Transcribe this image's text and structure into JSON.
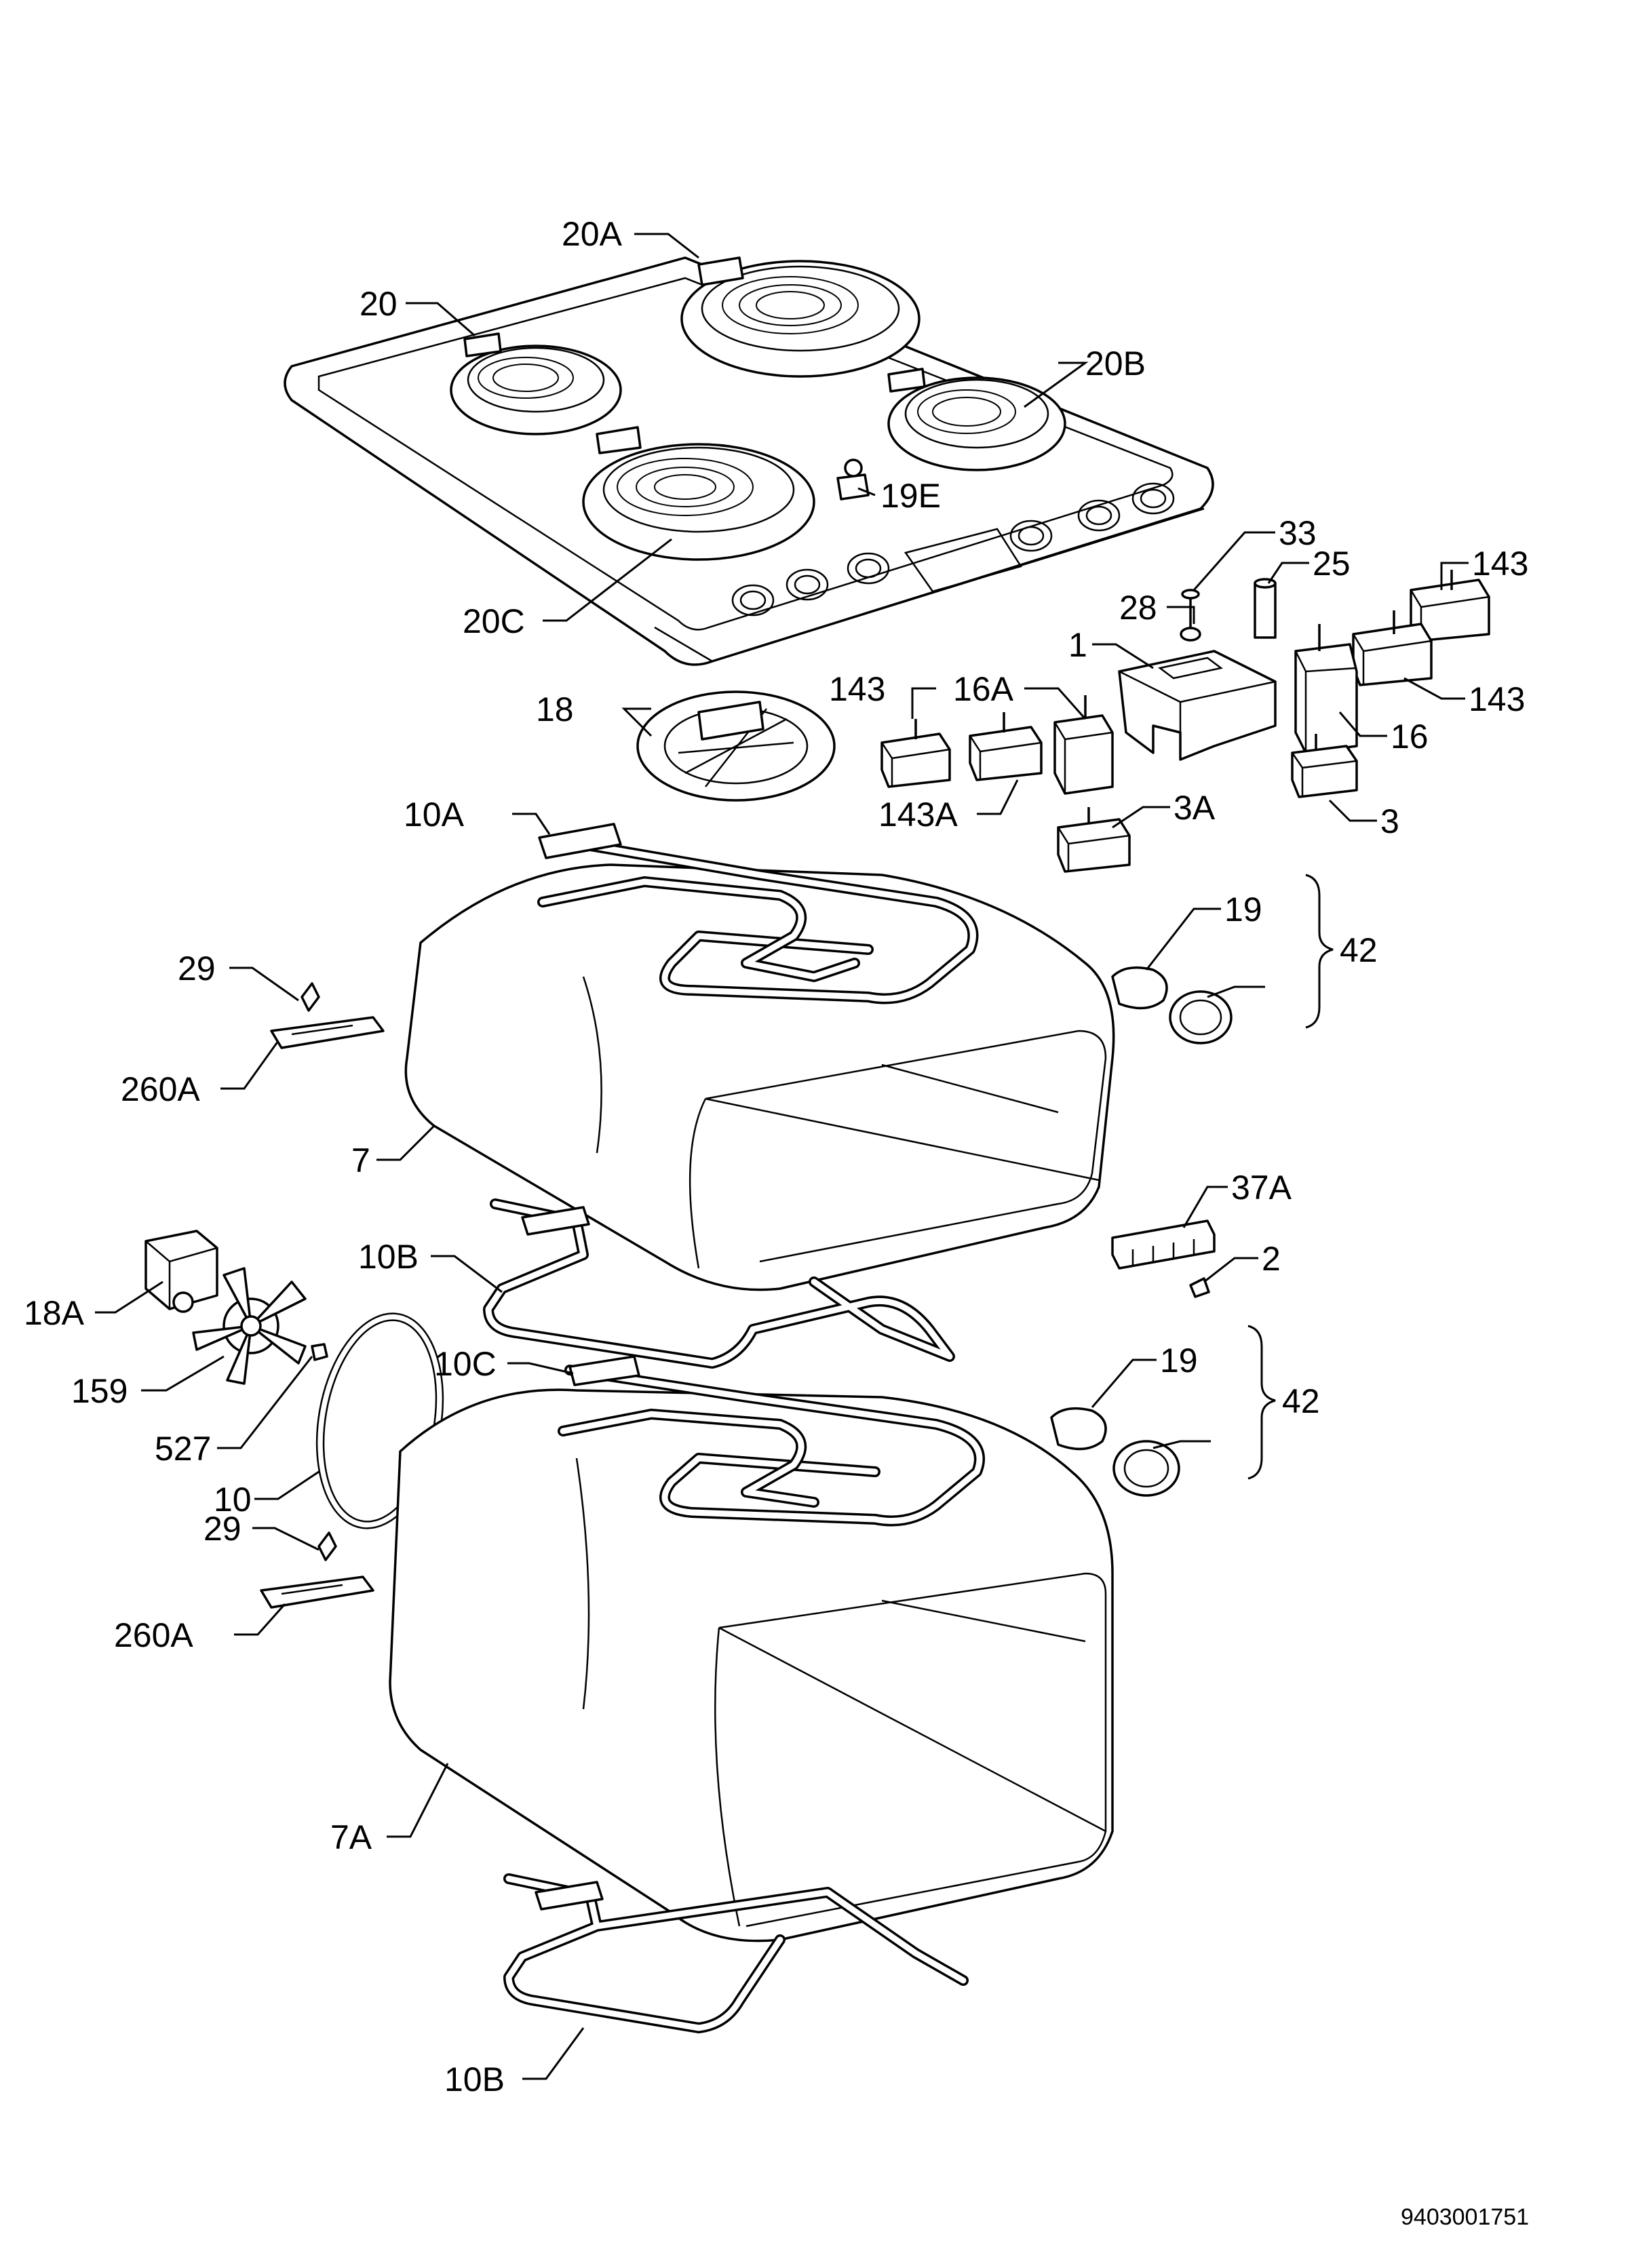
{
  "document_number": "9403001751",
  "callouts": {
    "c20A": "20A",
    "c20": "20",
    "c20B": "20B",
    "c19E": "19E",
    "c20C": "20C",
    "c33": "33",
    "c25": "25",
    "c143a": "143",
    "c143b": "143",
    "c143c": "143",
    "c28": "28",
    "c1": "1",
    "c16A": "16A",
    "c16": "16",
    "c18": "18",
    "c143A": "143A",
    "c3A": "3A",
    "c3": "3",
    "c10A": "10A",
    "c19a": "19",
    "c42a": "42",
    "c29a": "29",
    "c260Aa": "260A",
    "c7": "7",
    "c37A": "37A",
    "c2": "2",
    "c10Ba": "10B",
    "c18A": "18A",
    "c159": "159",
    "c10C": "10C",
    "c19b": "19",
    "c42b": "42",
    "c527": "527",
    "c10": "10",
    "c29b": "29",
    "c260Ab": "260A",
    "c7A": "7A",
    "c10Bb": "10B"
  }
}
